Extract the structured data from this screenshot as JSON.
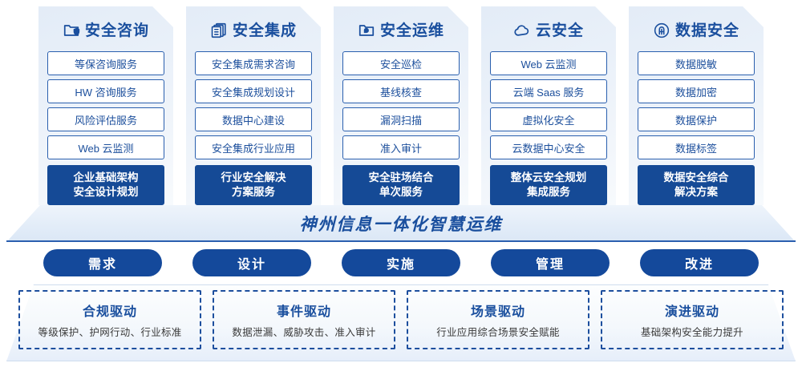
{
  "columns": [
    {
      "icon": "folder-shield-icon",
      "title": "安全咨询",
      "items": [
        "等保咨询服务",
        "HW 咨询服务",
        "风险评估服务",
        "Web 云监测"
      ],
      "cta": [
        "企业基础架构",
        "安全设计规划"
      ]
    },
    {
      "icon": "stacked-documents-icon",
      "title": "安全集成",
      "items": [
        "安全集成需求咨询",
        "安全集成规划设计",
        "数据中心建设",
        "安全集成行业应用"
      ],
      "cta": [
        "行业安全解决",
        "方案服务"
      ]
    },
    {
      "icon": "folder-chart-icon",
      "title": "安全运维",
      "items": [
        "安全巡检",
        "基线核查",
        "漏洞扫描",
        "准入审计"
      ],
      "cta": [
        "安全驻场结合",
        "单次服务"
      ]
    },
    {
      "icon": "cloud-icon",
      "title": "云安全",
      "items": [
        "Web 云监测",
        "云端 Saas 服务",
        "虚拟化安全",
        "云数据中心安全"
      ],
      "cta": [
        "整体云安全规划",
        "集成服务"
      ]
    },
    {
      "icon": "fingerprint-icon",
      "title": "数据安全",
      "items": [
        "数据脱敏",
        "数据加密",
        "数据保护",
        "数据标签"
      ],
      "cta": [
        "数据安全综合",
        "解决方案"
      ]
    }
  ],
  "banner": {
    "text": "神州信息一体化智慧运维"
  },
  "pills": [
    {
      "label": "需求"
    },
    {
      "label": "设计"
    },
    {
      "label": "实施"
    },
    {
      "label": "管理"
    },
    {
      "label": "改进"
    }
  ],
  "drivers": [
    {
      "title": "合规驱动",
      "subtitle": "等级保护、护网行动、行业标准"
    },
    {
      "title": "事件驱动",
      "subtitle": "数据泄漏、威胁攻击、准入审计"
    },
    {
      "title": "场景驱动",
      "subtitle": "行业应用综合场景安全赋能"
    },
    {
      "title": "演进驱动",
      "subtitle": "基础架构安全能力提升"
    }
  ],
  "colors": {
    "primary": "#1a4f9e",
    "deep": "#154a96",
    "pill": "#14499b",
    "border": "#2a5fae",
    "card_bg_start": "#e3ecf7",
    "card_bg_end": "#f7fafd"
  }
}
